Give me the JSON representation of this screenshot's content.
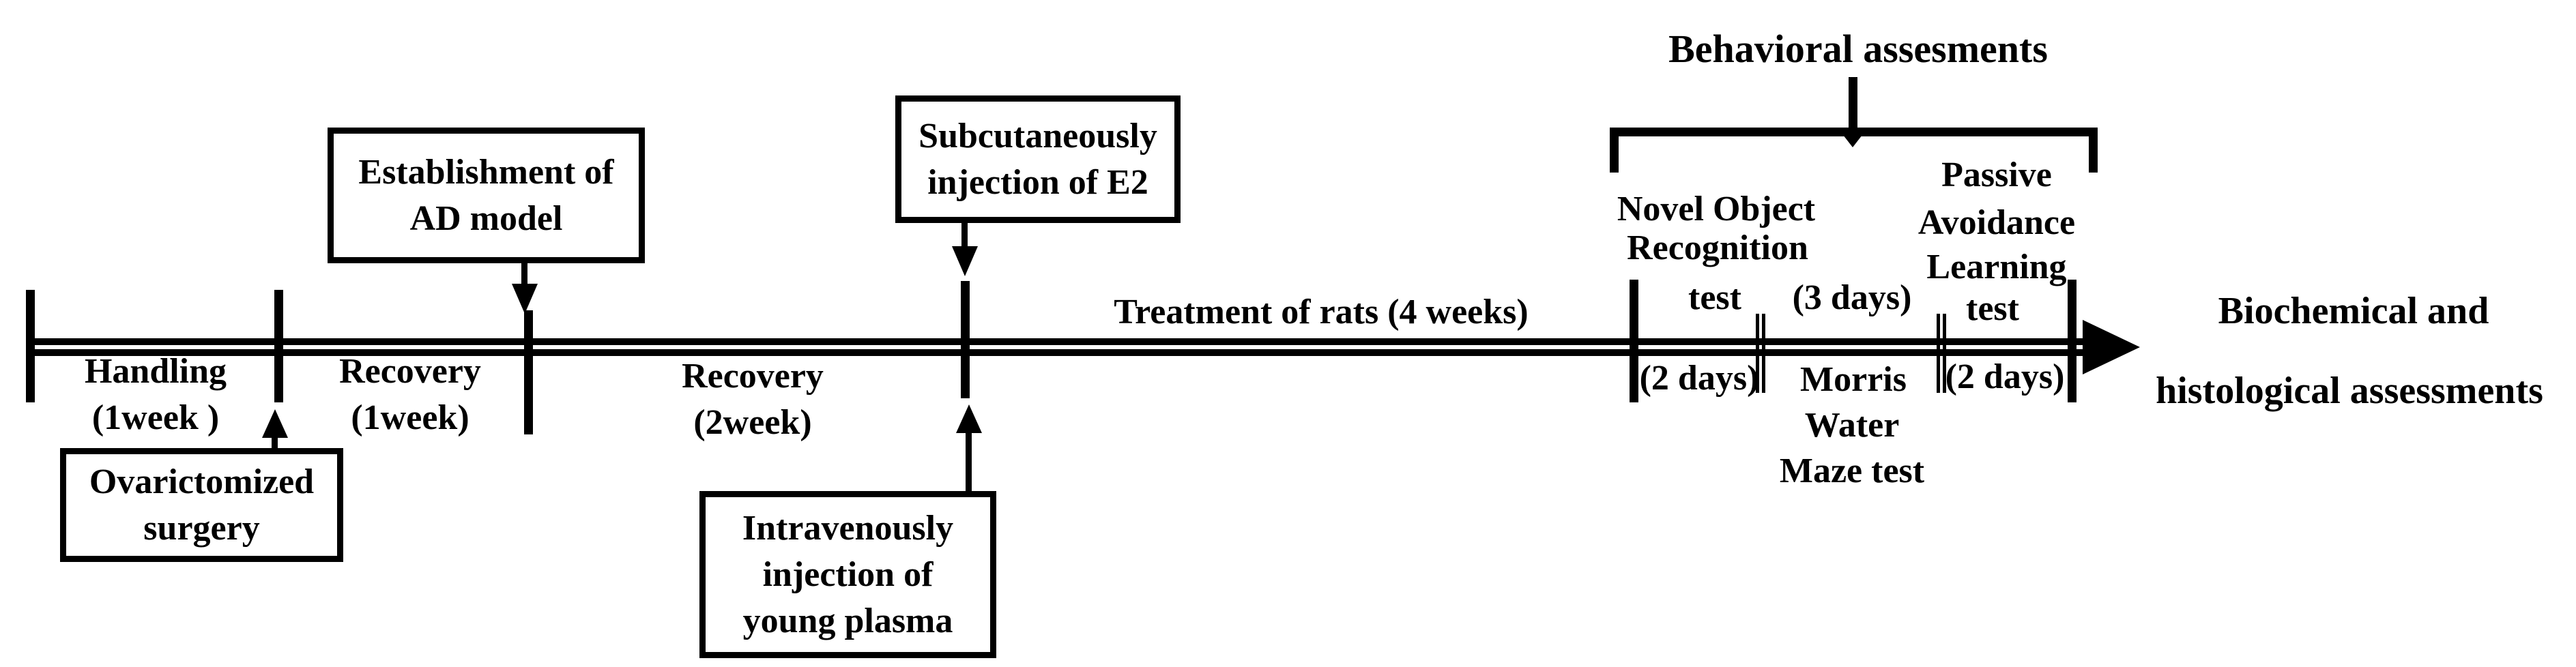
{
  "colors": {
    "ink": "#000000",
    "paper": "#ffffff"
  },
  "phases": {
    "handling": {
      "name": "Handling",
      "duration": "(1week )"
    },
    "recovery1": {
      "name": "Recovery",
      "duration": "(1week)"
    },
    "recovery2": {
      "name": "Recovery",
      "duration": "(2week)"
    },
    "treatment": {
      "label": "Treatment of rats (4 weeks)"
    }
  },
  "boxes": {
    "ovariectomy": {
      "line1": "Ovarictomized",
      "line2": "surgery"
    },
    "ad_model": {
      "line1": "Establishment of",
      "line2": "AD model"
    },
    "e2": {
      "line1": "Subcutaneously",
      "line2": "injection of E2"
    },
    "plasma": {
      "line1": "Intravenously",
      "line2": "injection of",
      "line3": "young plasma"
    }
  },
  "behavioral": {
    "title": "Behavioral assesments",
    "novel_object": {
      "line1": "Novel Object",
      "line2": "Recognition",
      "line3": "test",
      "duration": "(2 days)"
    },
    "morris": {
      "duration": "(3 days)",
      "line1": "Morris",
      "line2": "Water",
      "line3": "Maze test"
    },
    "passive": {
      "line1": "Passive",
      "line2": "Avoidance",
      "line3": "Learning",
      "line4": "test",
      "duration": "(2 days)"
    }
  },
  "outcome": {
    "line1": "Biochemical and",
    "line2": "histological assessments"
  }
}
